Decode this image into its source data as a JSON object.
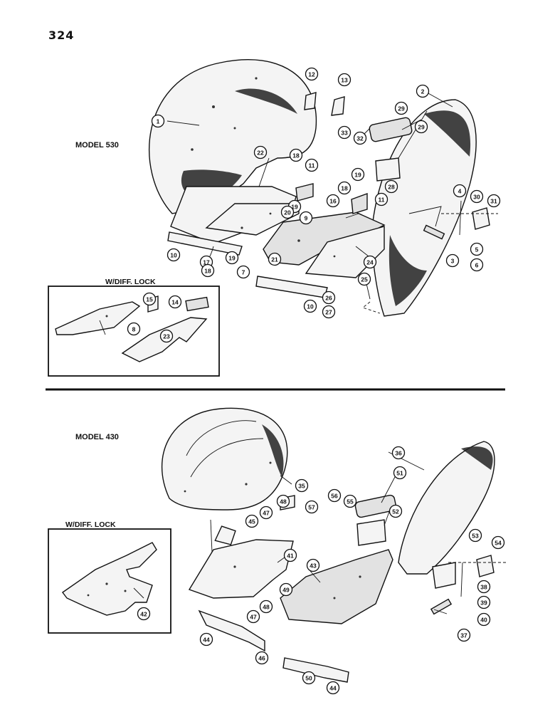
{
  "page": {
    "number": "324"
  },
  "sections": [
    {
      "model_label": "MODEL 530",
      "inset_title": "W/DIFF. LOCK"
    },
    {
      "model_label": "MODEL 430",
      "inset_title": "W/DIFF. LOCK"
    }
  ],
  "callouts_530": [
    "1",
    "2",
    "3",
    "4",
    "5",
    "6",
    "7",
    "8",
    "9",
    "10",
    "10",
    "11",
    "11",
    "12",
    "13",
    "14",
    "15",
    "16",
    "17",
    "18",
    "18",
    "18",
    "19",
    "19",
    "19",
    "20",
    "21",
    "22",
    "23",
    "24",
    "25",
    "26",
    "27",
    "28",
    "29",
    "29",
    "30",
    "31",
    "32",
    "33"
  ],
  "callouts_430": [
    "35",
    "36",
    "37",
    "38",
    "39",
    "40",
    "41",
    "42",
    "43",
    "44",
    "44",
    "45",
    "46",
    "47",
    "47",
    "48",
    "48",
    "49",
    "50",
    "51",
    "52",
    "53",
    "54",
    "55",
    "56",
    "57"
  ]
}
